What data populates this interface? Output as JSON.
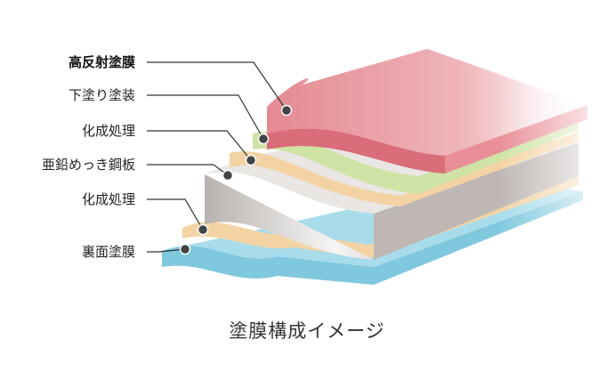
{
  "layers": [
    {
      "label": "高反射塗膜",
      "emphasis": true
    },
    {
      "label": "下塗り塗装",
      "emphasis": false
    },
    {
      "label": "化成処理",
      "emphasis": false
    },
    {
      "label": "亜鉛めっき鋼板",
      "emphasis": false
    },
    {
      "label": "化成処理",
      "emphasis": false
    },
    {
      "label": "裏面塗膜",
      "emphasis": false
    }
  ],
  "caption": "塗膜構成イメージ",
  "colors": {
    "topcoat": "#e0888f",
    "primer": "#cfe3a6",
    "chemical_treatment": "#f3d3a4",
    "steel": "#bdb8b5",
    "back_coat": "#7fc8de",
    "leader_line": "#333333"
  }
}
